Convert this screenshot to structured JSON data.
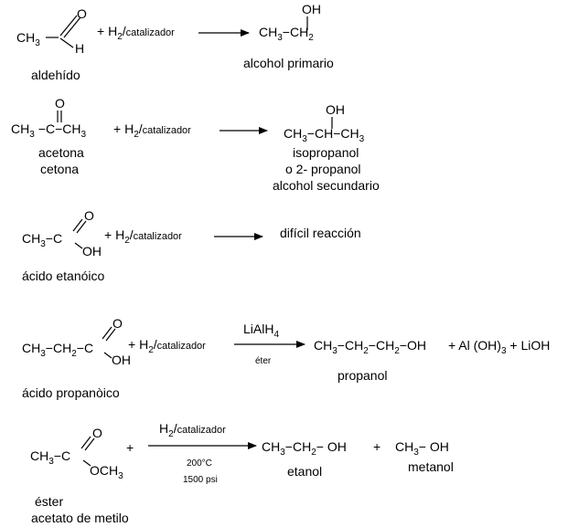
{
  "reactions": [
    {
      "id": "aldehyde",
      "reactant": {
        "lead": "CH",
        "lead_sub": "3",
        "o": "O",
        "h": "H"
      },
      "reagent": {
        "prefix": "+ H",
        "sub": "2",
        "slash": "/",
        "cat": "catalizador"
      },
      "product": {
        "oh": "OH",
        "left": "CH",
        "left_sub": "3",
        "dash": "−",
        "right": "CH",
        "right_sub": "2"
      },
      "labels": {
        "reactant": "aldehído",
        "product": "alcohol primario"
      }
    },
    {
      "id": "ketone",
      "reactant": {
        "left": "CH",
        "left_sub": "3",
        "c": "C",
        "right": "CH",
        "right_sub": "3",
        "o": "O"
      },
      "reagent": {
        "prefix": "+ H",
        "sub": "2",
        "slash": "/",
        "cat": "catalizador"
      },
      "product": {
        "oh": "OH",
        "left": "CH",
        "left_sub": "3",
        "mid": "CH",
        "right": "CH",
        "right_sub": "3"
      },
      "labels": {
        "reactant_1": "acetona",
        "reactant_2": "cetona",
        "product_1": "isopropanol",
        "product_2": "o 2- propanol",
        "product_3": "alcohol secundario"
      }
    },
    {
      "id": "acid",
      "reactant": {
        "lead": "CH",
        "lead_sub": "3",
        "c": "C",
        "o": "O",
        "oh": "OH"
      },
      "reagent": {
        "prefix": "+ H",
        "sub": "2",
        "slash": "/",
        "cat": "catalizador"
      },
      "product": {
        "text": "difícil reacción"
      },
      "labels": {
        "reactant": "ácido etanóico"
      }
    },
    {
      "id": "propanoic",
      "reactant": {
        "a": "CH",
        "a_sub": "3",
        "b": "CH",
        "b_sub": "2",
        "c": "C",
        "o": "O",
        "oh": "OH"
      },
      "reagent": {
        "prefix": "+ H",
        "sub": "2",
        "slash": "/",
        "cat": "catalizador"
      },
      "condition": {
        "top": "LiAlH",
        "top_sub": "4",
        "bottom": "éter"
      },
      "product": {
        "p1": "CH",
        "p1_sub": "3",
        "p2": "CH",
        "p2_sub": "2",
        "p3": "CH",
        "p3_sub": "2",
        "p4": "OH",
        "plus1": "+ Al (OH)",
        "plus1_sub": "3",
        "plus2": "+ LiOH"
      },
      "labels": {
        "reactant": "ácido propanòico",
        "product": "propanol"
      }
    },
    {
      "id": "ester",
      "reactant": {
        "lead": "CH",
        "lead_sub": "3",
        "c": "C",
        "o": "O",
        "och": "OCH",
        "och_sub": "3"
      },
      "plus": "+",
      "condition": {
        "top": "H",
        "top_sub": "2",
        "slash": "/",
        "cat": "catalizador",
        "temp": "200°C",
        "pressure": "1500 psi"
      },
      "product": {
        "a": "CH",
        "a_sub": "3",
        "b": "CH",
        "b_sub": "2",
        "oh": "OH",
        "plus": "+",
        "m1": "CH",
        "m1_sub": "3",
        "m2": "OH"
      },
      "labels": {
        "reactant_1": "éster",
        "reactant_2": "acetato de metilo",
        "product_1": "etanol",
        "product_2": "metanol"
      }
    }
  ]
}
